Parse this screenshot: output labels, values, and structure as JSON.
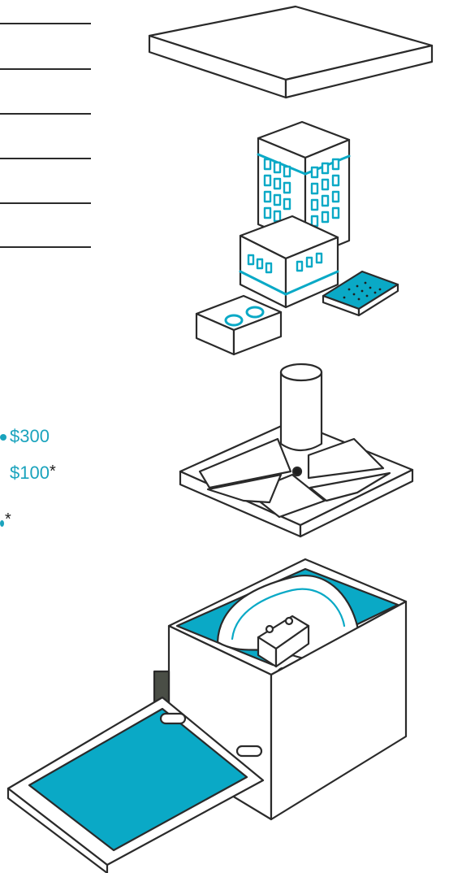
{
  "accent_color": "#0aa9c6",
  "ink_color": "#2a2a2a",
  "prices": {
    "price_1": "$300",
    "price_2": "$100",
    "price_2_marker": "*",
    "price_3_marker": "*"
  },
  "illustration": {
    "layers": [
      "lid-plate",
      "buildings-layer",
      "grid-base-layer",
      "open-box-layer"
    ]
  }
}
